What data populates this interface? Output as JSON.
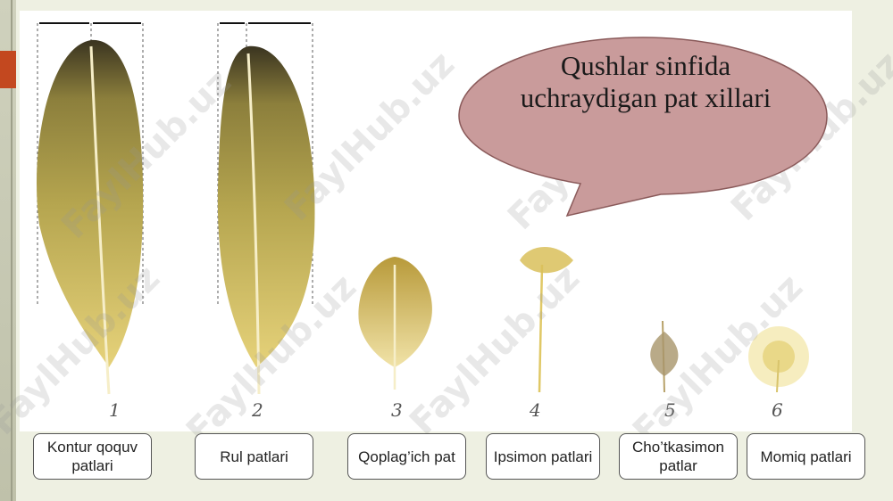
{
  "slide": {
    "bubble_text": "Qushlar sinfida uchraydigan pat xillari",
    "watermark": "FaylHub.uz",
    "feathers": [
      {
        "number": "1",
        "label": "Kontur qoquv patlari"
      },
      {
        "number": "2",
        "label": "Rul patlari"
      },
      {
        "number": "3",
        "label": "Qoplag’ich pat"
      },
      {
        "number": "4",
        "label": "Ipsimon patlari"
      },
      {
        "number": "5",
        "label": "Cho’tkasimon patlar"
      },
      {
        "number": "6",
        "label": "Momiq patlari"
      }
    ]
  },
  "colors": {
    "bubble_fill": "#c99b9b",
    "accent_red": "#c3481f",
    "feather_light": "#e6d27a",
    "feather_dark": "#3a3420"
  }
}
